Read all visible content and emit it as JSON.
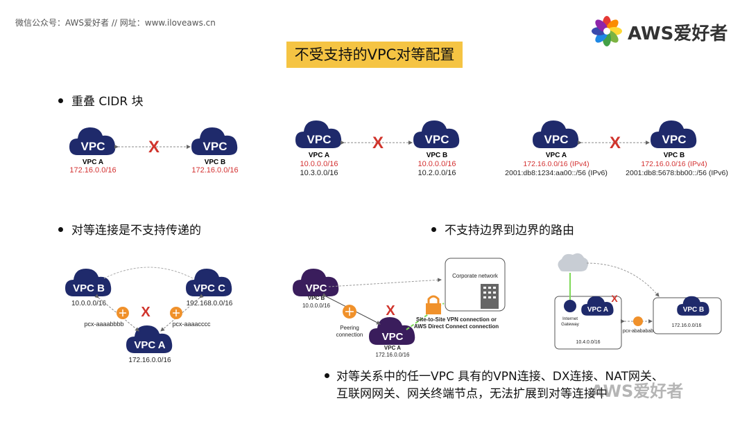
{
  "header": {
    "source": "微信公众号：AWS爱好者 // 网址：www.iloveaws.cn"
  },
  "brand": {
    "name": "AWS爱好者"
  },
  "title": "不受支持的VPC对等配置",
  "sections": {
    "overlap": {
      "label": "重叠 CIDR 块"
    },
    "transitive": {
      "label": "对等连接是不支持传递的"
    },
    "edge": {
      "label": "不支持边界到边界的路由"
    }
  },
  "overlap_diagrams": [
    {
      "a": {
        "cloud": "VPC",
        "name": "VPC A",
        "cidr1": "172.16.0.0/16",
        "cidr2": ""
      },
      "b": {
        "cloud": "VPC",
        "name": "VPC B",
        "cidr1": "172.16.0.0/16",
        "cidr2": ""
      }
    },
    {
      "a": {
        "cloud": "VPC",
        "name": "VPC A",
        "cidr1": "10.0.0.0/16",
        "cidr2": "10.3.0.0/16"
      },
      "b": {
        "cloud": "VPC",
        "name": "VPC B",
        "cidr1": "10.0.0.0/16",
        "cidr2": "10.2.0.0/16"
      }
    },
    {
      "a": {
        "cloud": "VPC",
        "name": "VPC A",
        "cidr1": "172.16.0.0/16 (IPv4)",
        "cidr2": "2001:db8:1234:aa00::/56 (IPv6)"
      },
      "b": {
        "cloud": "VPC",
        "name": "VPC B",
        "cidr1": "172.16.0.0/16 (IPv4)",
        "cidr2": "2001:db8:5678:bb00::/56 (IPv6)"
      }
    }
  ],
  "transitive_diagram": {
    "vpc_b": {
      "label": "VPC B",
      "cidr": "10.0.0.0/16"
    },
    "vpc_c": {
      "label": "VPC C",
      "cidr": "192.168.0.0/16"
    },
    "vpc_a": {
      "label": "VPC A",
      "cidr": "172.16.0.0/16"
    },
    "pcx_left": "pcx-aaaabbbb",
    "pcx_right": "pcx-aaaacccc"
  },
  "edge_vpn_diagram": {
    "vpc_b": {
      "cloud": "VPC",
      "name": "VPC B",
      "cidr": "10.0.0.0/16"
    },
    "vpc_a": {
      "cloud": "VPC",
      "name": "VPC A",
      "cidr": "172.16.0.0/16"
    },
    "corporate": "Corporate network",
    "peering": [
      "Peering",
      "connection"
    ],
    "vpn": [
      "Site-to-Site VPN connection or",
      "AWS Direct Connect connection"
    ]
  },
  "edge_igw_diagram": {
    "igw": [
      "Internet",
      "Gateway"
    ],
    "vpc_a": {
      "label": "VPC A",
      "cidr": "10.4.0.0/16"
    },
    "vpc_b": {
      "label": "VPC B",
      "cidr": "172.16.0.0/16"
    },
    "pcx": "pcx-abababab"
  },
  "bottom_note": {
    "line1": "对等关系中的任一VPC 具有的VPN连接、DX连接、NAT网关、",
    "line2": "互联网网关、网关终端节点，无法扩展到对等连接中"
  },
  "watermark": "AWS爱好者",
  "colors": {
    "accent": "#f5c443",
    "cidr_red": "#d32f2f",
    "navy": "#1f2a6b",
    "purple": "#3a1d5c",
    "x_red": "#d0342c",
    "router_orange": "#f0912b",
    "igw_green": "#7ed957"
  }
}
